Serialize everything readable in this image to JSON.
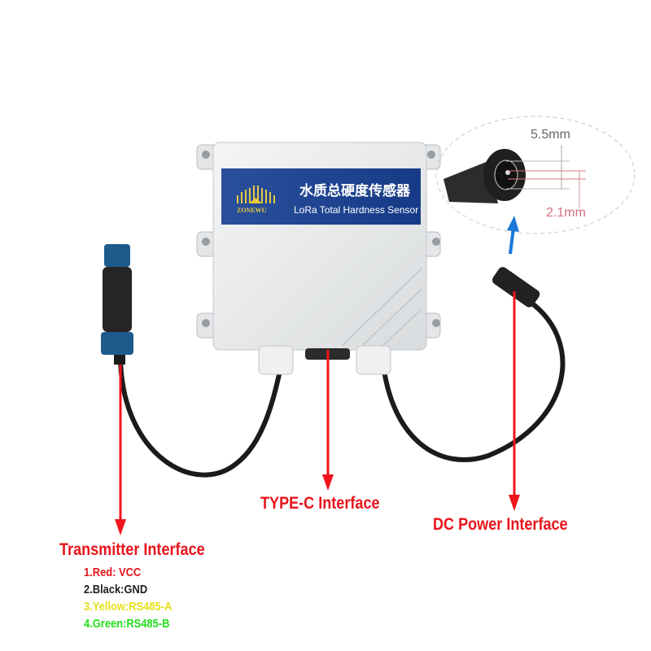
{
  "product": {
    "label_cn": "水质总硬度传感器",
    "label_en": "LoRa Total Hardness Sensor",
    "brand": "ZONEWU"
  },
  "dc_jack": {
    "outer_diameter": "5.5mm",
    "inner_diameter": "2.1mm"
  },
  "callouts": {
    "typec": "TYPE-C Interface",
    "dc_power": "DC Power Interface",
    "transmitter": "Transmitter Interface"
  },
  "wiring": [
    {
      "text": "1.Red: VCC",
      "color": "#e8141c"
    },
    {
      "text": "2.Black:GND",
      "color": "#222222"
    },
    {
      "text": "3.Yellow:RS485-A",
      "color": "#e6e01a"
    },
    {
      "text": "4.Green:RS485-B",
      "color": "#22e01a"
    }
  ],
  "colors": {
    "arrow_red": "#f0141c",
    "arrow_blue": "#1a78d8",
    "label_band": "#1d3f8c"
  }
}
